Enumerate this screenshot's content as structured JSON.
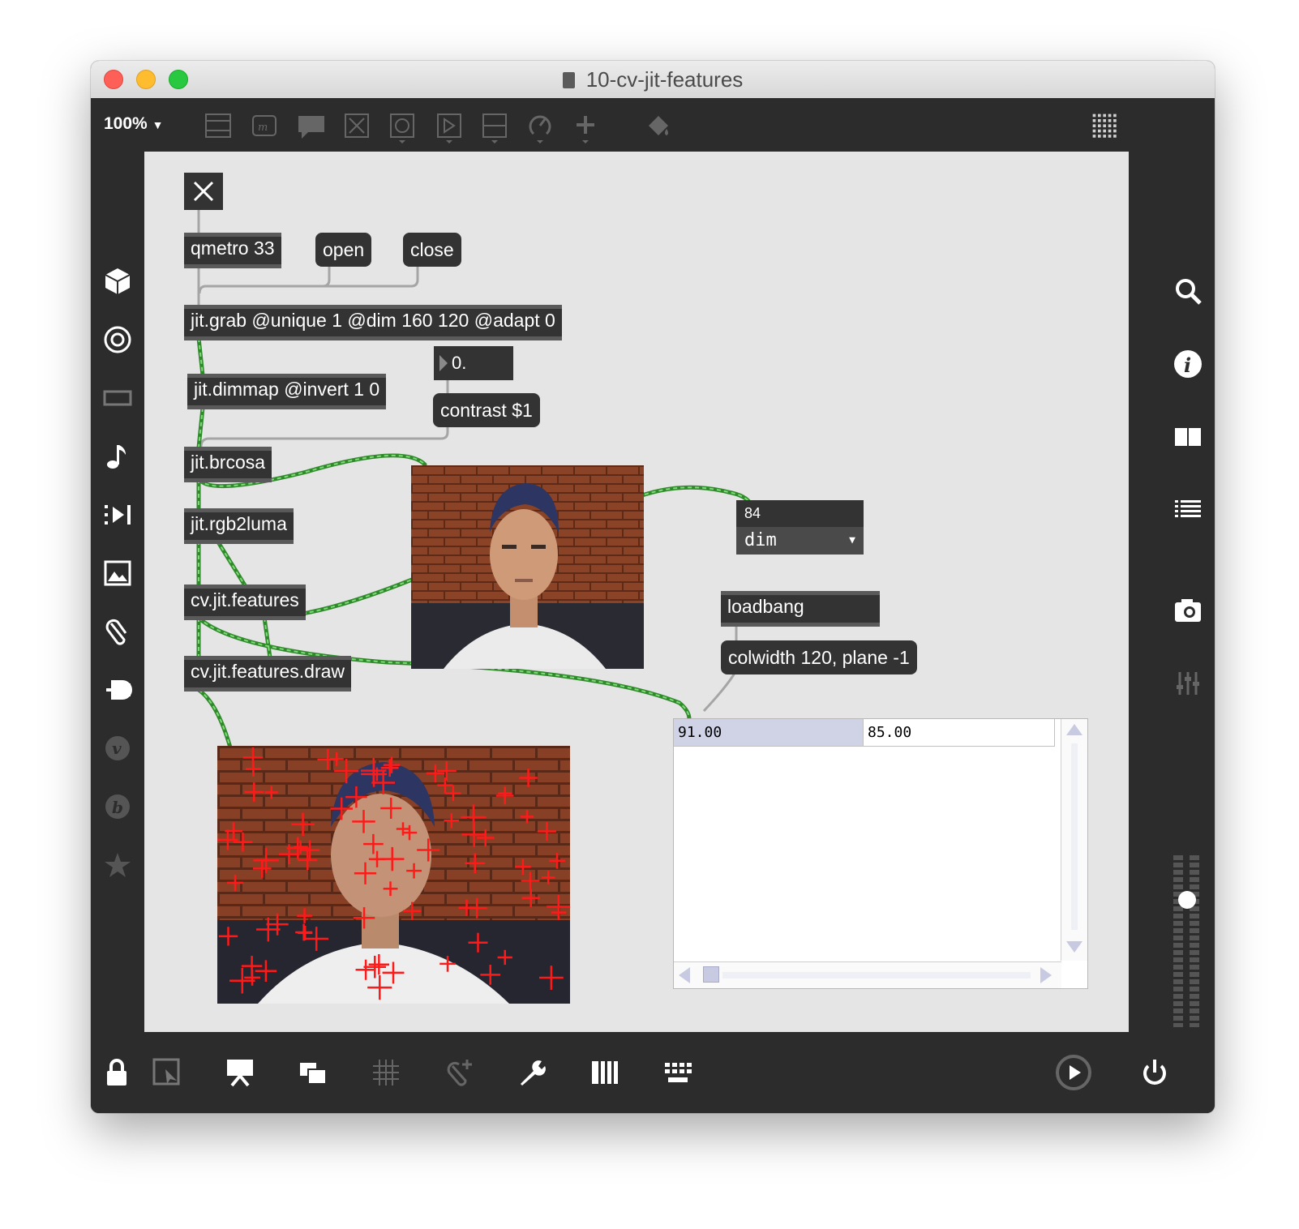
{
  "window": {
    "title": "10-cv-jit-features"
  },
  "toolbar": {
    "zoom": "100%"
  },
  "patch": {
    "qmetro": "qmetro 33",
    "open": "open",
    "close": "close",
    "grab": "jit.grab @unique 1 @dim 160 120 @adapt 0",
    "dimmap": "jit.dimmap @invert 1 0",
    "contrast_number": "0.",
    "contrast_msg": "contrast $1",
    "brcosa": "jit.brcosa",
    "rgb2luma": "jit.rgb2luma",
    "features": "cv.jit.features",
    "features_draw": "cv.jit.features.draw",
    "count": "84",
    "dim_menu": "dim",
    "loadbang": "loadbang",
    "colwidth_msg": "colwidth 120, plane -1",
    "cell_values": [
      "91.00",
      "85.00"
    ]
  },
  "colors": {
    "object_bg": "#333333",
    "canvas_bg": "#e5e5e5",
    "matrix_cable": "#56b84e",
    "selected_cell": "#d0d2e6",
    "feature_marker": "#ff1a1a"
  },
  "icons": {
    "left_sidebar": [
      "cube-icon",
      "target-icon",
      "film-icon",
      "music-note-icon",
      "video-icon",
      "image-icon",
      "paperclip-icon",
      "plug-icon",
      "v-icon",
      "b-icon",
      "star-icon"
    ],
    "right_sidebar": [
      "search-icon",
      "info-icon",
      "book-icon",
      "list-icon",
      "camera-icon",
      "mixer-icon",
      "volume-slider"
    ],
    "bottom": [
      "lock-icon",
      "select-icon",
      "presentation-icon",
      "windows-icon",
      "grid-icon",
      "attach-icon",
      "wrench-icon",
      "keyboard-icon",
      "keypad-icon",
      "play-icon",
      "power-icon"
    ]
  }
}
